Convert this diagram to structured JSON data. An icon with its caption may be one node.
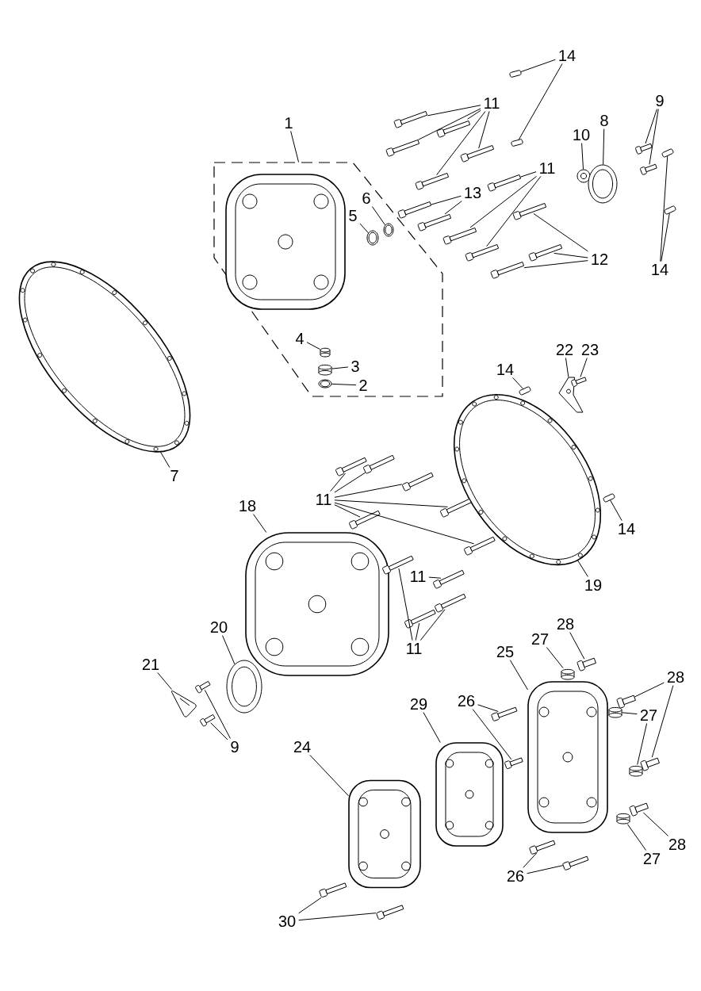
{
  "diagram": {
    "nodes": [
      {
        "text": [
          "1"
        ]
      },
      {
        "text": [],
        "shape": "box"
      },
      {
        "text": [],
        "shape": "cover",
        "in": 1
      },
      {
        "text": [
          "5"
        ],
        "in": 1
      },
      {
        "text": [],
        "shape": "seal",
        "in": 1
      },
      {
        "text": [
          "6"
        ],
        "in": 1
      },
      {
        "text": [],
        "shape": "seal",
        "in": 1
      },
      {
        "text": [
          "4"
        ],
        "in": 1
      },
      {
        "text": [],
        "shape": "cylinder",
        "in": 1
      },
      {
        "text": [
          "3"
        ],
        "in": 1
      },
      {
        "text": [],
        "shape": "cylinder",
        "in": 1
      },
      {
        "text": [
          "2"
        ],
        "in": 1
      },
      {
        "text": [],
        "shape": "ring",
        "in": 1
      },
      {
        "text": [
          "7"
        ]
      },
      {
        "text": [],
        "shape": "gasket"
      },
      {
        "text": [
          "14"
        ]
      },
      {
        "text": [],
        "shape": "pin"
      },
      {
        "text": [],
        "shape": "pin"
      },
      {
        "text": [
          "11"
        ]
      },
      {
        "text": [],
        "shape": "bolt"
      },
      {
        "text": [],
        "shape": "bolt"
      },
      {
        "text": [],
        "shape": "bolt"
      },
      {
        "text": [],
        "shape": "bolt"
      },
      {
        "text": [],
        "shape": "bolt"
      },
      {
        "text": [
          "10"
        ]
      },
      {
        "text": [],
        "shape": "nut"
      },
      {
        "text": [
          "8"
        ]
      },
      {
        "text": [],
        "shape": "ring"
      },
      {
        "text": [
          "9"
        ]
      },
      {
        "text": [],
        "shape": "bolt"
      },
      {
        "text": [],
        "shape": "bolt"
      },
      {
        "text": [
          "14"
        ]
      },
      {
        "text": [],
        "shape": "pin"
      },
      {
        "text": [],
        "shape": "pin"
      },
      {
        "text": [
          "11"
        ]
      },
      {
        "text": [],
        "shape": "bolt"
      },
      {
        "text": [],
        "shape": "bolt"
      },
      {
        "text": [],
        "shape": "bolt"
      },
      {
        "text": [
          "13"
        ]
      },
      {
        "text": [],
        "shape": "bolt"
      },
      {
        "text": [],
        "shape": "bolt"
      },
      {
        "text": [
          "12"
        ]
      },
      {
        "text": [],
        "shape": "bolt"
      },
      {
        "text": [],
        "shape": "bolt"
      },
      {
        "text": [],
        "shape": "bolt"
      },
      {
        "text": [
          "14"
        ]
      },
      {
        "text": [],
        "shape": "pin"
      },
      {
        "text": [
          "22"
        ]
      },
      {
        "text": [],
        "shape": "bracket"
      },
      {
        "text": [
          "23"
        ]
      },
      {
        "text": [],
        "shape": "bolt"
      },
      {
        "text": [
          "19"
        ]
      },
      {
        "text": [],
        "shape": "gasket"
      },
      {
        "text": [
          "14"
        ]
      },
      {
        "text": [],
        "shape": "pin"
      },
      {
        "text": [
          "11"
        ]
      },
      {
        "text": [],
        "shape": "bolt"
      },
      {
        "text": [],
        "shape": "bolt"
      },
      {
        "text": [],
        "shape": "bolt"
      },
      {
        "text": [],
        "shape": "bolt"
      },
      {
        "text": [],
        "shape": "bolt"
      },
      {
        "text": [],
        "shape": "bolt"
      },
      {
        "text": [
          "18"
        ]
      },
      {
        "text": [],
        "shape": "cover"
      },
      {
        "text": [
          "11"
        ]
      },
      {
        "text": [],
        "shape": "bolt"
      },
      {
        "text": [
          "11"
        ]
      },
      {
        "text": [],
        "shape": "bolt"
      },
      {
        "text": [],
        "shape": "bolt"
      },
      {
        "text": [],
        "shape": "bolt"
      },
      {
        "text": [
          "20"
        ]
      },
      {
        "text": [],
        "shape": "ring"
      },
      {
        "text": [
          "21"
        ]
      },
      {
        "text": [],
        "shape": "plate"
      },
      {
        "text": [
          "9"
        ]
      },
      {
        "text": [],
        "shape": "bolt"
      },
      {
        "text": [],
        "shape": "bolt"
      },
      {
        "text": [
          "28"
        ]
      },
      {
        "text": [],
        "shape": "bolt"
      },
      {
        "text": [
          "27"
        ]
      },
      {
        "text": [],
        "shape": "cylinder"
      },
      {
        "text": [
          "25"
        ]
      },
      {
        "text": [],
        "shape": "cover"
      },
      {
        "text": [
          "28"
        ]
      },
      {
        "text": [],
        "shape": "bolt"
      },
      {
        "text": [],
        "shape": "bolt"
      },
      {
        "text": [
          "27"
        ]
      },
      {
        "text": [],
        "shape": "cylinder"
      },
      {
        "text": [],
        "shape": "cylinder"
      },
      {
        "text": [
          "26"
        ]
      },
      {
        "text": [],
        "shape": "bolt"
      },
      {
        "text": [],
        "shape": "bolt"
      },
      {
        "text": [
          "29"
        ]
      },
      {
        "text": [],
        "shape": "cover"
      },
      {
        "text": [
          "24"
        ]
      },
      {
        "text": [],
        "shape": "cover"
      },
      {
        "text": [
          "28"
        ]
      },
      {
        "text": [],
        "shape": "bolt"
      },
      {
        "text": [
          "27"
        ]
      },
      {
        "text": [],
        "shape": "cylinder"
      },
      {
        "text": [
          "26"
        ]
      },
      {
        "text": [],
        "shape": "bolt"
      },
      {
        "text": [],
        "shape": "bolt"
      },
      {
        "text": [
          "30"
        ]
      },
      {
        "text": [],
        "shape": "bolt"
      },
      {
        "text": [],
        "shape": "bolt"
      }
    ],
    "edges": [
      {
        "from": 0,
        "to": 1,
        "arrow": "none"
      },
      {
        "from": 3,
        "to": 4,
        "arrow": "none"
      },
      {
        "from": 5,
        "to": 6,
        "arrow": "none"
      },
      {
        "from": 7,
        "to": 8,
        "arrow": "none"
      },
      {
        "from": 9,
        "to": 10,
        "arrow": "none"
      },
      {
        "from": 11,
        "to": 12,
        "arrow": "none"
      },
      {
        "from": 13,
        "to": 14,
        "arrow": "none"
      },
      {
        "from": 15,
        "to": 16,
        "arrow": "none"
      },
      {
        "from": 15,
        "to": 17,
        "arrow": "none"
      },
      {
        "from": 18,
        "to": 19,
        "arrow": "none"
      },
      {
        "from": 18,
        "to": 20,
        "arrow": "none"
      },
      {
        "from": 18,
        "to": 21,
        "arrow": "none"
      },
      {
        "from": 18,
        "to": 22,
        "arrow": "none"
      },
      {
        "from": 18,
        "to": 23,
        "arrow": "none"
      },
      {
        "from": 24,
        "to": 25,
        "arrow": "none"
      },
      {
        "from": 26,
        "to": 27,
        "arrow": "none"
      },
      {
        "from": 28,
        "to": 29,
        "arrow": "none"
      },
      {
        "from": 28,
        "to": 30,
        "arrow": "none"
      },
      {
        "from": 31,
        "to": 32,
        "arrow": "none"
      },
      {
        "from": 31,
        "to": 33,
        "arrow": "none"
      },
      {
        "from": 34,
        "to": 35,
        "arrow": "none"
      },
      {
        "from": 34,
        "to": 36,
        "arrow": "none"
      },
      {
        "from": 34,
        "to": 37,
        "arrow": "none"
      },
      {
        "from": 38,
        "to": 39,
        "arrow": "none"
      },
      {
        "from": 38,
        "to": 40,
        "arrow": "none"
      },
      {
        "from": 41,
        "to": 42,
        "arrow": "none"
      },
      {
        "from": 41,
        "to": 43,
        "arrow": "none"
      },
      {
        "from": 41,
        "to": 44,
        "arrow": "none"
      },
      {
        "from": 45,
        "to": 46,
        "arrow": "none"
      },
      {
        "from": 47,
        "to": 48,
        "arrow": "none"
      },
      {
        "from": 49,
        "to": 50,
        "arrow": "none"
      },
      {
        "from": 51,
        "to": 52,
        "arrow": "none"
      },
      {
        "from": 53,
        "to": 54,
        "arrow": "none"
      },
      {
        "from": 55,
        "to": 56,
        "arrow": "none"
      },
      {
        "from": 55,
        "to": 57,
        "arrow": "none"
      },
      {
        "from": 55,
        "to": 58,
        "arrow": "none"
      },
      {
        "from": 55,
        "to": 59,
        "arrow": "none"
      },
      {
        "from": 55,
        "to": 60,
        "arrow": "none"
      },
      {
        "from": 55,
        "to": 61,
        "arrow": "none"
      },
      {
        "from": 62,
        "to": 63,
        "arrow": "none"
      },
      {
        "from": 64,
        "to": 65,
        "arrow": "none"
      },
      {
        "from": 66,
        "to": 67,
        "arrow": "none"
      },
      {
        "from": 66,
        "to": 68,
        "arrow": "none"
      },
      {
        "from": 66,
        "to": 69,
        "arrow": "none"
      },
      {
        "from": 70,
        "to": 71,
        "arrow": "none"
      },
      {
        "from": 72,
        "to": 73,
        "arrow": "none"
      },
      {
        "from": 74,
        "to": 75,
        "arrow": "none"
      },
      {
        "from": 74,
        "to": 76,
        "arrow": "none"
      },
      {
        "from": 77,
        "to": 78,
        "arrow": "none"
      },
      {
        "from": 79,
        "to": 80,
        "arrow": "none"
      },
      {
        "from": 81,
        "to": 82,
        "arrow": "none"
      },
      {
        "from": 83,
        "to": 84,
        "arrow": "none"
      },
      {
        "from": 83,
        "to": 85,
        "arrow": "none"
      },
      {
        "from": 86,
        "to": 87,
        "arrow": "none"
      },
      {
        "from": 86,
        "to": 88,
        "arrow": "none"
      },
      {
        "from": 89,
        "to": 90,
        "arrow": "none"
      },
      {
        "from": 89,
        "to": 91,
        "arrow": "none"
      },
      {
        "from": 92,
        "to": 93,
        "arrow": "none"
      },
      {
        "from": 94,
        "to": 95,
        "arrow": "none"
      },
      {
        "from": 96,
        "to": 97,
        "arrow": "none"
      },
      {
        "from": 98,
        "to": 99,
        "arrow": "none"
      },
      {
        "from": 100,
        "to": 101,
        "arrow": "none"
      },
      {
        "from": 100,
        "to": 102,
        "arrow": "none"
      },
      {
        "from": 103,
        "to": 104,
        "arrow": "none"
      },
      {
        "from": 103,
        "to": 105,
        "arrow": "none"
      }
    ]
  }
}
